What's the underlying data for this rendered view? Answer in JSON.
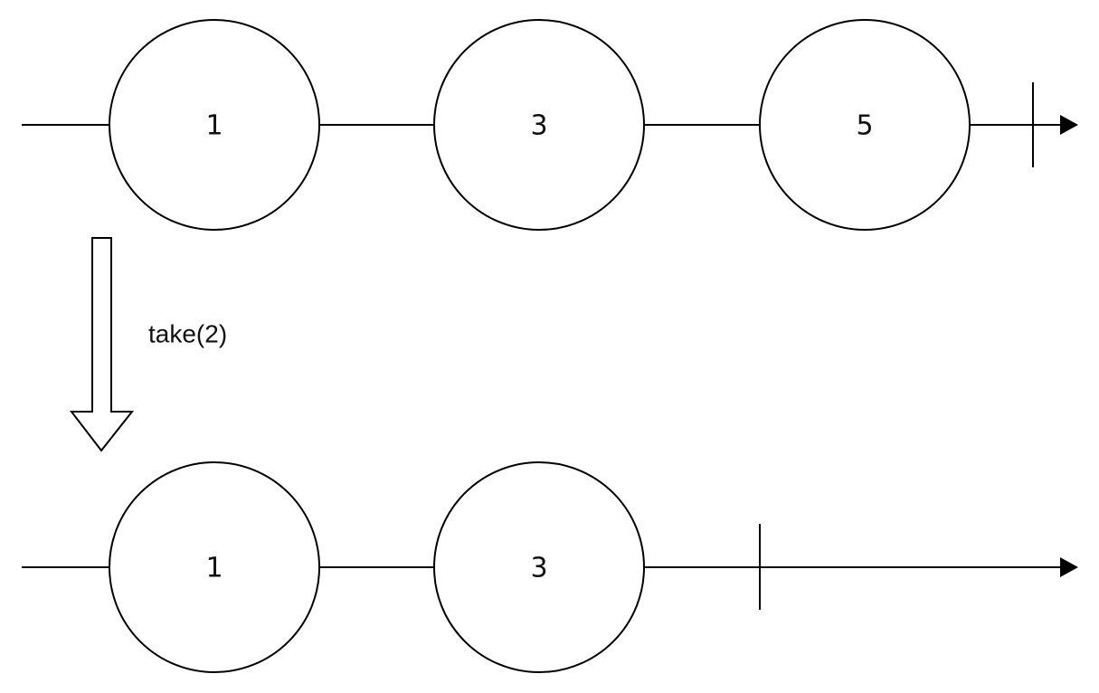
{
  "diagram": {
    "input_stream": {
      "marbles": [
        {
          "value": "1"
        },
        {
          "value": "3"
        },
        {
          "value": "5"
        }
      ],
      "completed": true
    },
    "operator": {
      "label": "take(2)"
    },
    "output_stream": {
      "marbles": [
        {
          "value": "1"
        },
        {
          "value": "3"
        }
      ],
      "completed": true
    }
  }
}
